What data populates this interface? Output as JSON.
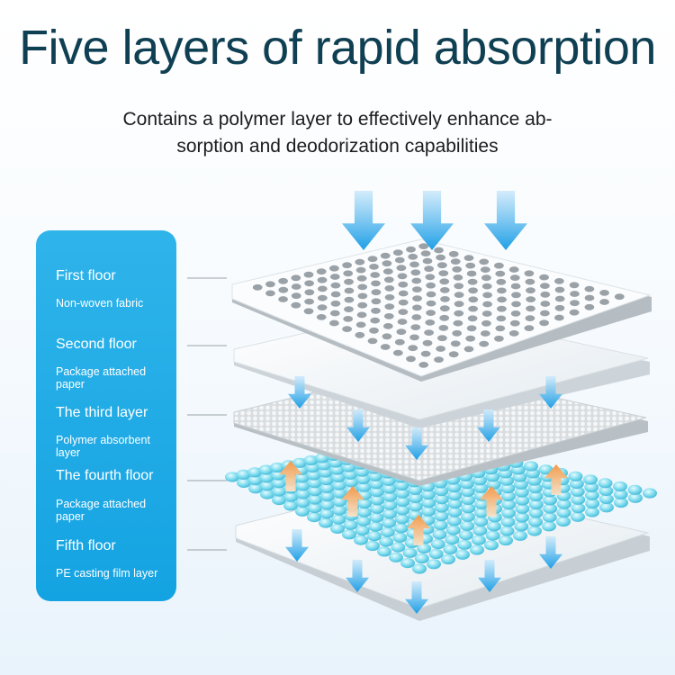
{
  "header": {
    "title": "Five layers of rapid absorption",
    "subtitle": "Contains a polymer layer to effectively enhance ab-sorption and deodorization capabilities"
  },
  "layers": [
    {
      "name": "First floor",
      "description": "Non-woven fabric"
    },
    {
      "name": "Second floor",
      "description": "Package attached paper"
    },
    {
      "name": "The third layer",
      "description": "Polymer absorbent layer"
    },
    {
      "name": "The fourth floor",
      "description": "Package attached paper"
    },
    {
      "name": "Fifth floor",
      "description": "PE casting film layer"
    }
  ],
  "colors": {
    "title": "#0f3f52",
    "panel": "#1aa6e4",
    "arrow_blue": "#1e9fe6",
    "arrow_orange": "#f39a4a",
    "beads": "#6fd8ea"
  },
  "icons": [
    "down-arrow-icon",
    "up-arrow-icon"
  ]
}
